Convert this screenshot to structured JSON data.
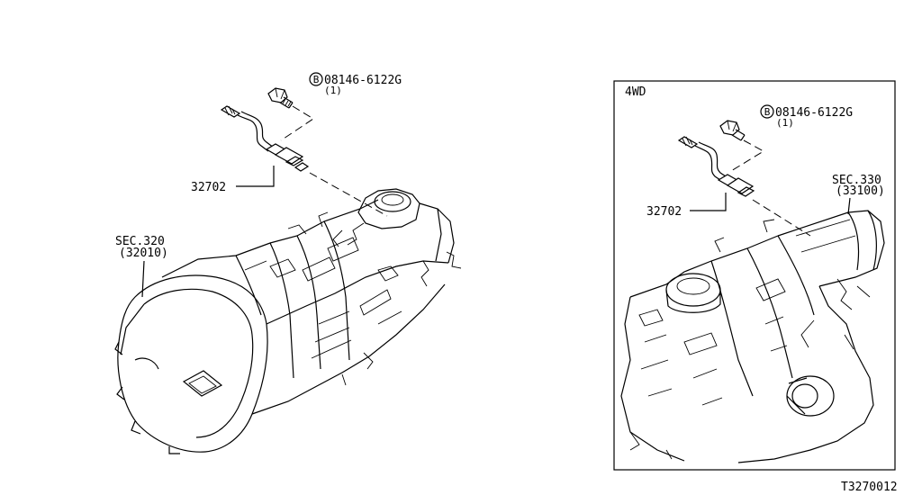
{
  "left_view": {
    "bolt_code": "08146-6122G",
    "bolt_qty": "(1)",
    "bolt_badge": "B",
    "sensor_part": "32702",
    "section_ref": "SEC.320",
    "section_sub": "(32010)"
  },
  "right_view": {
    "box_label": "4WD",
    "bolt_code": "08146-6122G",
    "bolt_qty": "(1)",
    "bolt_badge": "B",
    "sensor_part": "32702",
    "section_ref": "SEC.330",
    "section_sub": "(33100)"
  },
  "figure_id": "T3270012"
}
